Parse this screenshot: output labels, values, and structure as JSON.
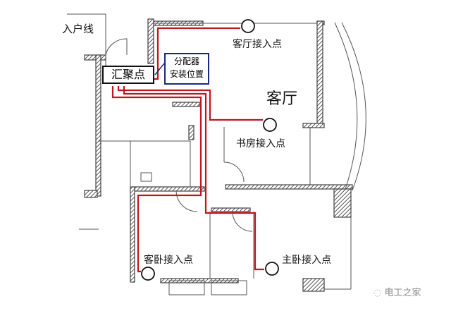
{
  "labels": {
    "incoming_line": "入户线",
    "hub": "汇聚点",
    "splitter_line1": "分配器",
    "splitter_line2": "安装位置",
    "living_room": "客厅",
    "living_room_point": "客厅接入点",
    "study_point": "书房接入点",
    "guest_bedroom_point": "客卧接入点",
    "master_bedroom_point": "主卧接入点"
  },
  "watermark": "电工之家",
  "colors": {
    "cable": "#c0161e",
    "wall": "#555555",
    "callout": "#1a2a7a"
  }
}
